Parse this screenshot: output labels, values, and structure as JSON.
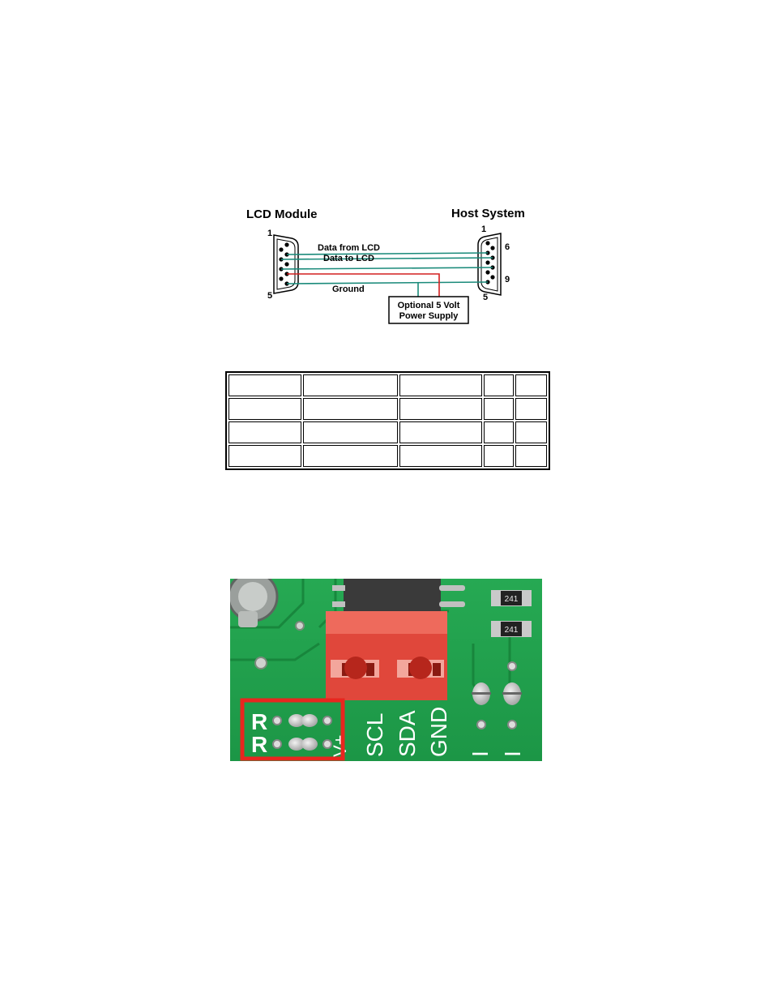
{
  "wiring_diagram": {
    "lcd_module_title": "LCD Module",
    "host_system_title": "Host System",
    "lcd_pin_top": "1",
    "lcd_pin_bottom": "5",
    "host_pin_top": "1",
    "host_pin_6": "6",
    "host_pin_9": "9",
    "host_pin_bottom": "5",
    "wire_data_from_lcd": "Data from LCD",
    "wire_data_to_lcd": "Data to LCD",
    "wire_ground": "Ground",
    "power_supply_line1": "Optional 5 Volt",
    "power_supply_line2": "Power Supply",
    "colors": {
      "data_wire": "#1a8a7a",
      "power_wire": "#d42020"
    }
  },
  "table": {
    "rows": 4,
    "columns": 5
  },
  "pcb_photo": {
    "label_r1": "R",
    "label_r2": "R",
    "label_v": "V+",
    "label_scl": "SCL",
    "label_sda": "SDA",
    "label_gnd": "GND",
    "label_i1": "I",
    "label_i2": "I",
    "resistor_code_1": "241",
    "resistor_code_2": "241",
    "colors": {
      "board": "#1f9e4a",
      "connector": "#e0473b",
      "highlight": "#e8261f"
    }
  }
}
